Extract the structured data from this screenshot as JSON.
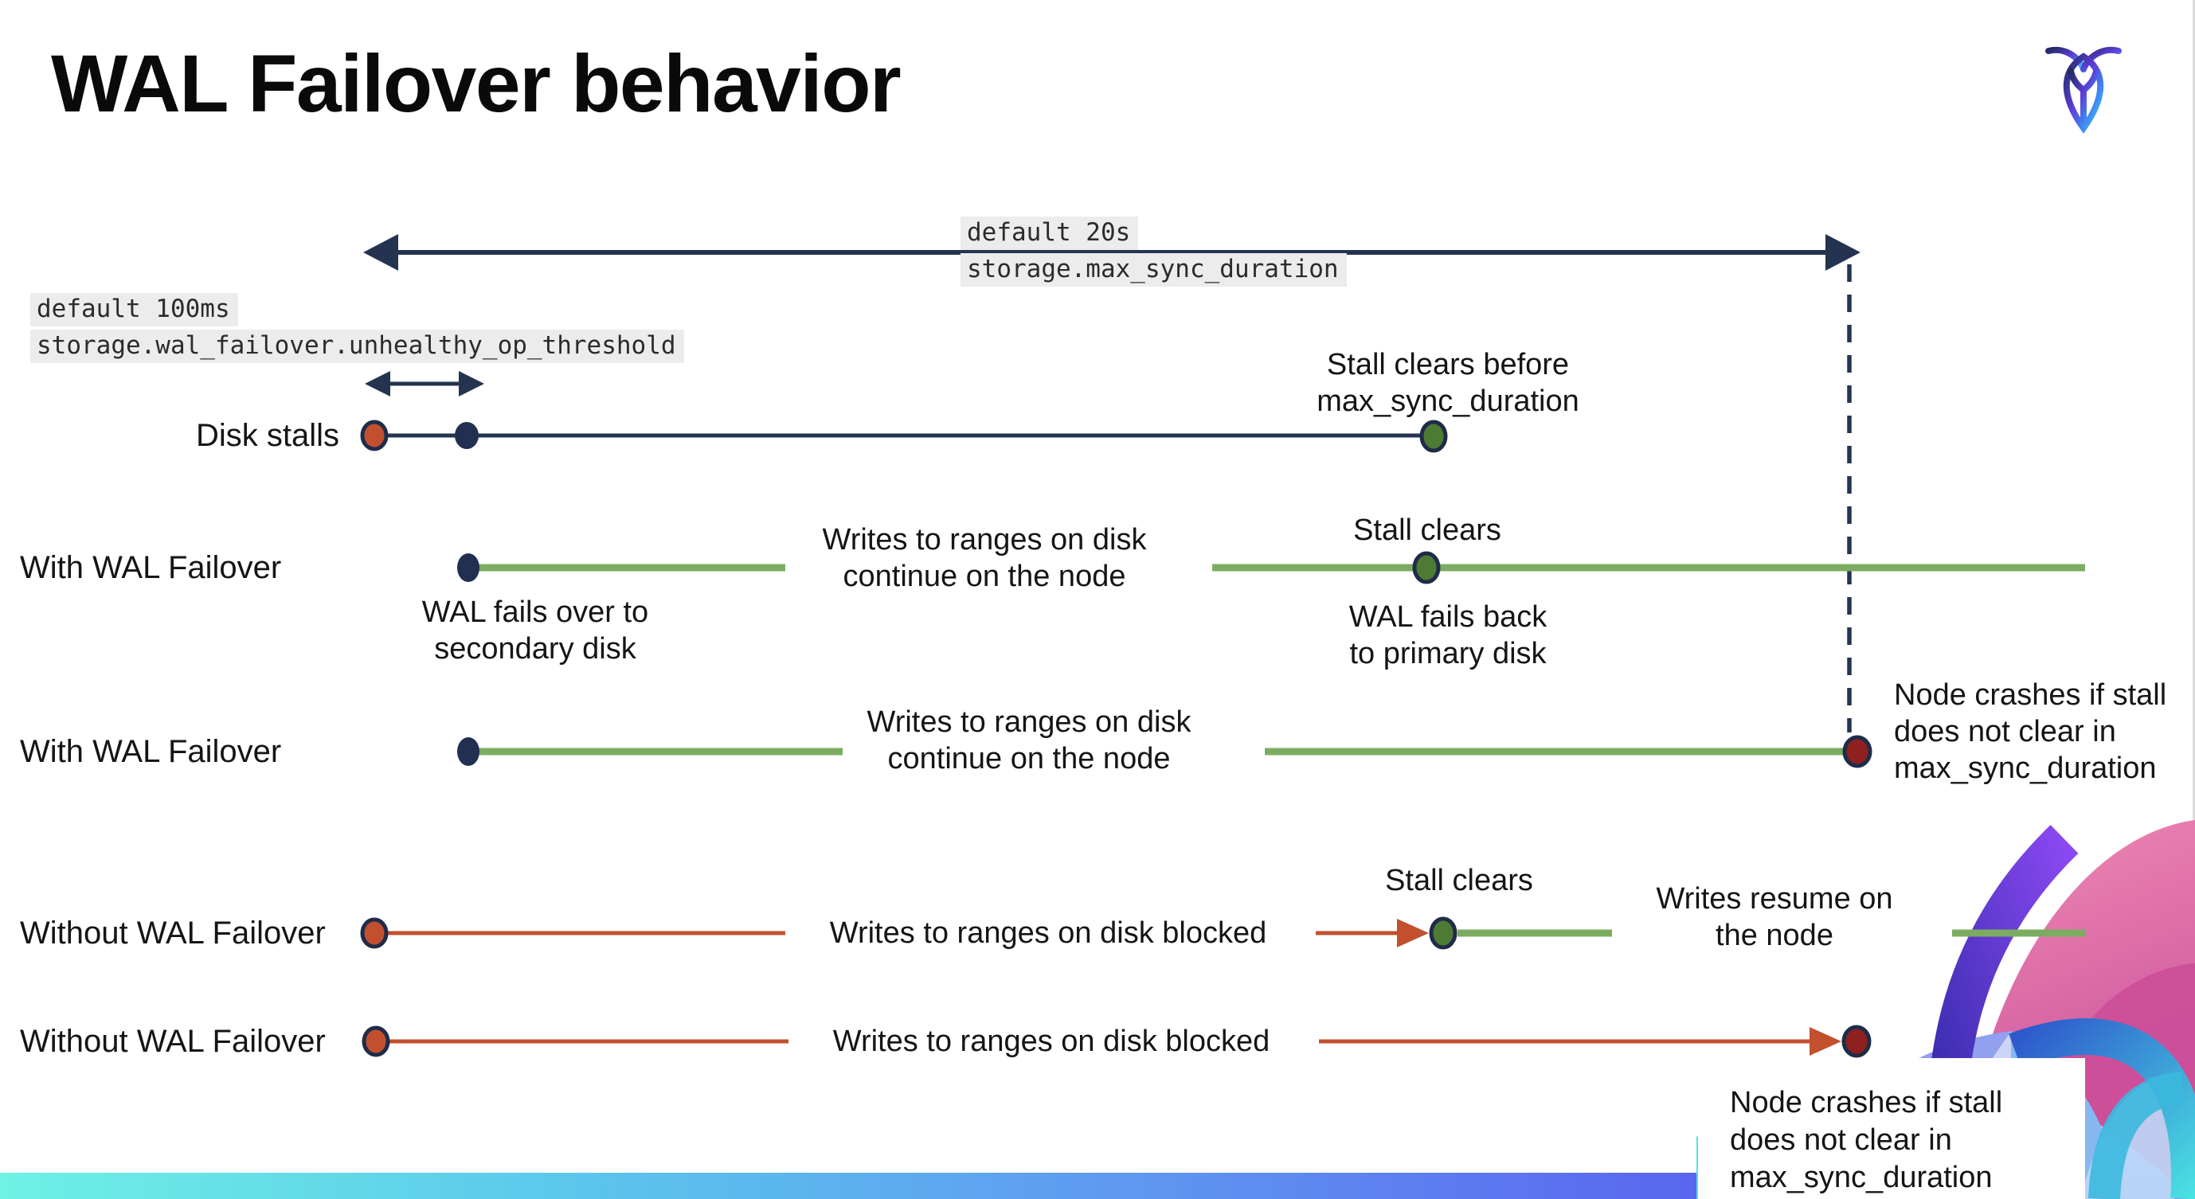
{
  "title": "WAL Failover behavior",
  "config_labels": {
    "max_sync_duration": {
      "default_value": "default 20s",
      "setting": "storage.max_sync_duration"
    },
    "unhealthy_op_threshold": {
      "default_value": "default 100ms",
      "setting": "storage.wal_failover.unhealthy_op_threshold"
    }
  },
  "row_labels": [
    "Disk stalls",
    "With WAL Failover",
    "With WAL Failover",
    "Without WAL Failover",
    "Without WAL Failover"
  ],
  "annotations": {
    "stall_clears_before": "Stall clears before\nmax_sync_duration",
    "wal_fails_over": "WAL fails over to\nsecondary disk",
    "writes_continue_row2": "Writes to ranges on disk\ncontinue on the node",
    "stall_clears_row2": "Stall clears",
    "wal_fails_back": "WAL fails  back\nto primary disk",
    "writes_continue_row3": "Writes to ranges on disk\ncontinue on the node",
    "node_crashes_row3": "Node crashes if stall\ndoes not clear in\nmax_sync_duration",
    "writes_blocked_row4": "Writes to ranges on disk  blocked",
    "stall_clears_row4": "Stall clears",
    "writes_resume": "Writes resume on\nthe node",
    "writes_blocked_row5": "Writes to ranges on disk  blocked",
    "node_crashes_row5": "Node crashes if stall\ndoes not clear in\nmax_sync_duration"
  },
  "colors": {
    "navy": "#243450",
    "green_line": "#7cac61",
    "green_dot": "#4d7b33",
    "red_orange": "#c2502f",
    "dark_red": "#8e2020",
    "mono_bg": "#ececec",
    "bar_gradient": [
      "#6ff1e4",
      "#5bc9ec",
      "#5f97f1",
      "#5a64ef",
      "#6f4cec"
    ]
  },
  "logo": {
    "name": "cockroachdb-mark"
  }
}
